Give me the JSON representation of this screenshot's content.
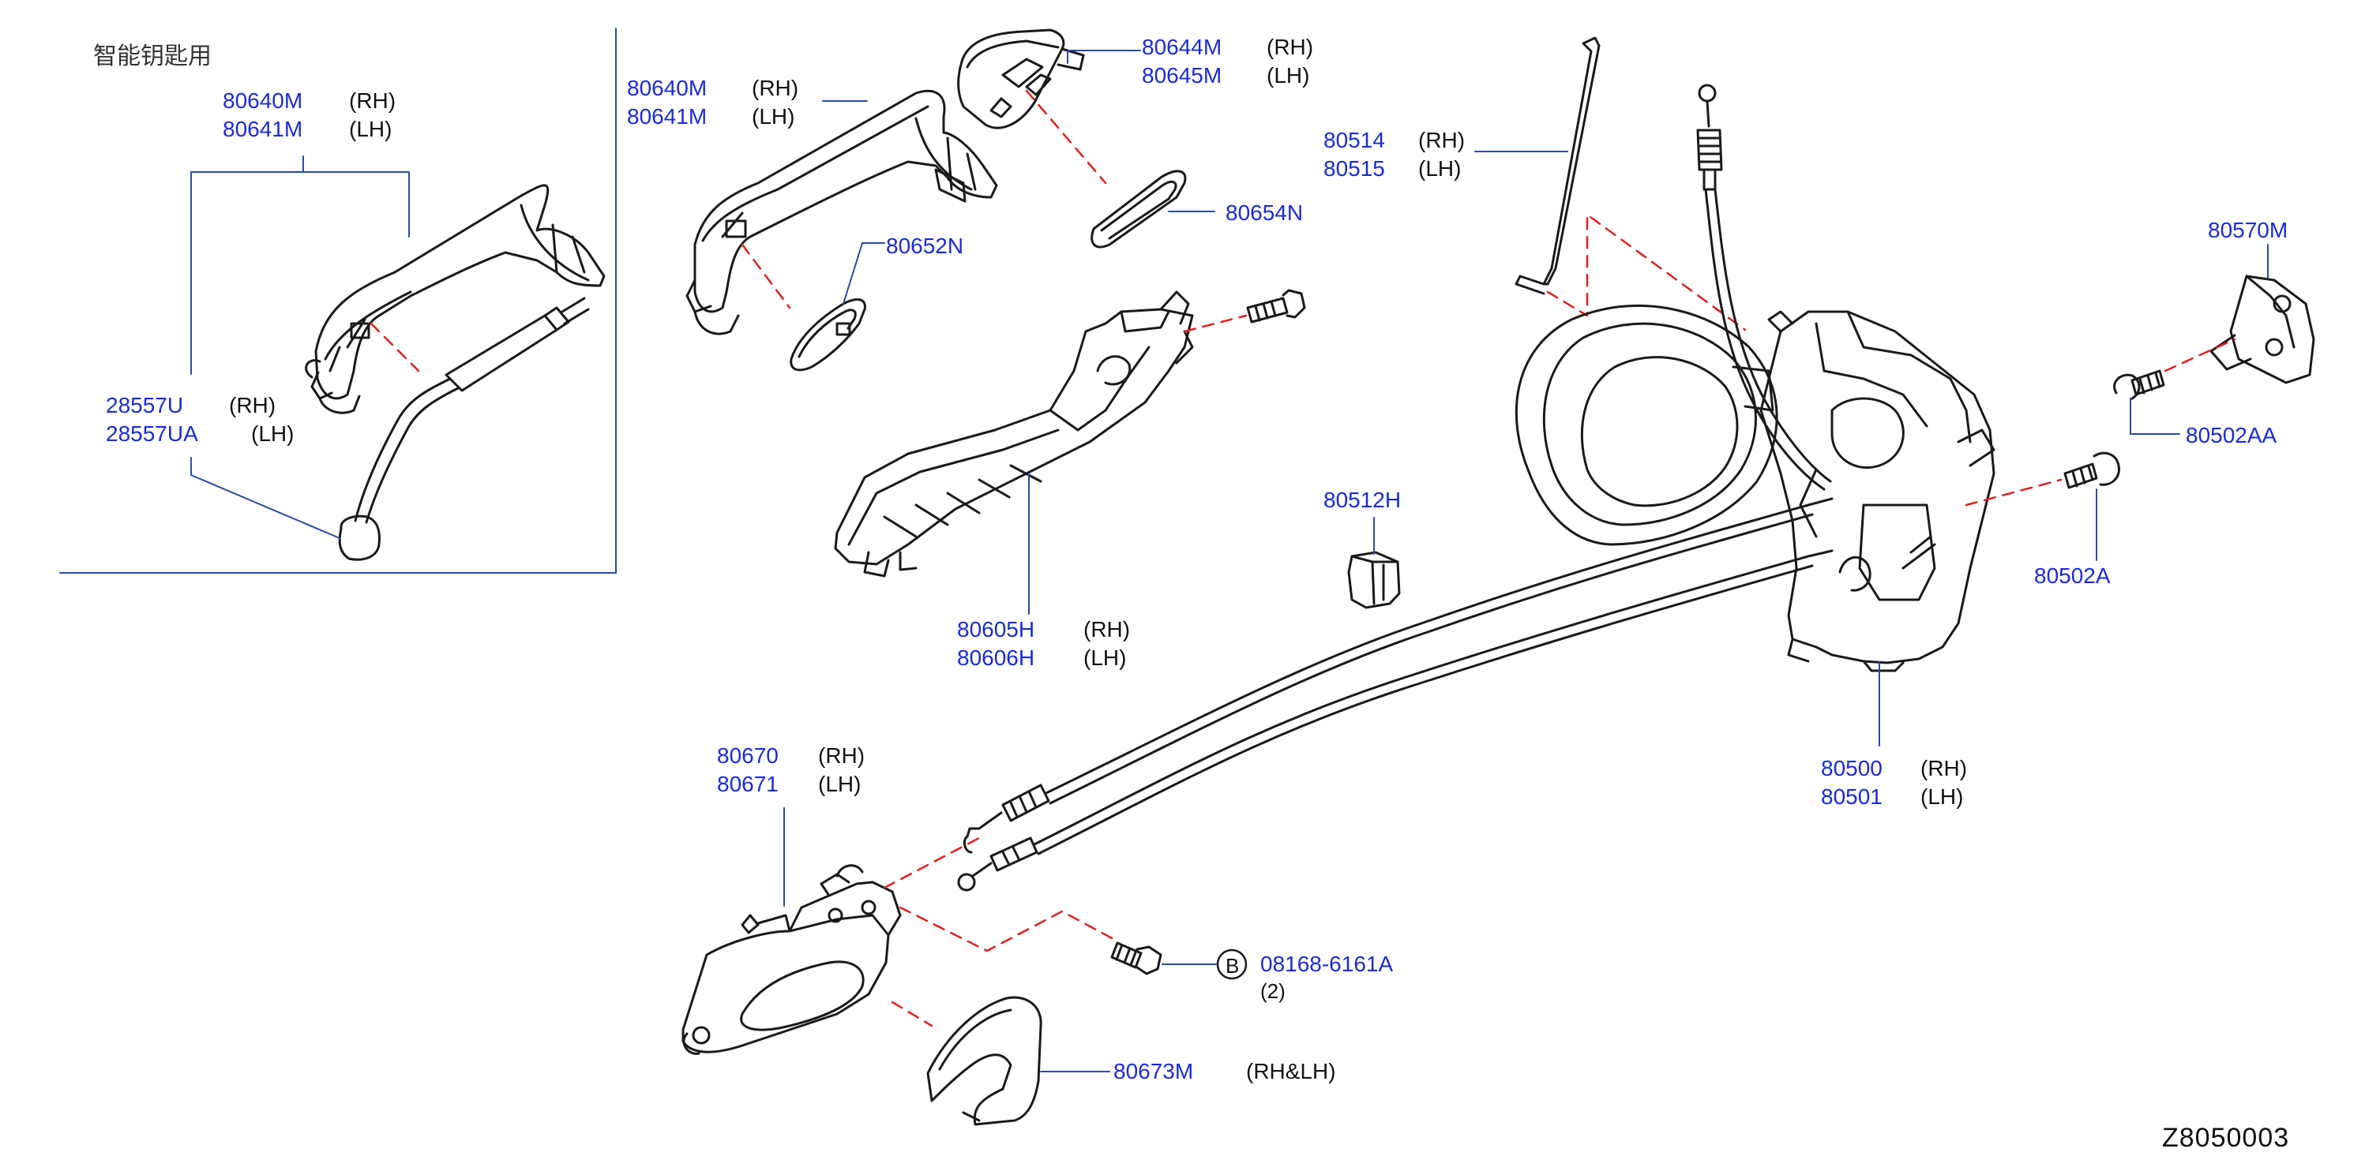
{
  "note": "智能钥匙用",
  "diagram_id": "Z8050003",
  "ref_letter": "B",
  "qty": "(2)",
  "colors": {
    "part_number": "#1a2bd6",
    "leader_line": "#2a4aa8",
    "phantom_line": "#e02020",
    "outline": "#1a1a1a"
  },
  "labels": {
    "p80640M": "80640M",
    "s80640M": "(RH)",
    "p80641M": "80641M",
    "s80641M": "(LH)",
    "p28557U": "28557U",
    "s28557U": "(RH)",
    "p28557UA": "28557UA",
    "s28557UA": "(LH)",
    "q80640M": "80640M",
    "t80640M": "(RH)",
    "q80641M": "80641M",
    "t80641M": "(LH)",
    "p80644M": "80644M",
    "s80644M": "(RH)",
    "p80645M": "80645M",
    "s80645M": "(LH)",
    "p80652N": "80652N",
    "p80654N": "80654N",
    "p80605H": "80605H",
    "s80605H": "(RH)",
    "p80606H": "80606H",
    "s80606H": "(LH)",
    "p80514": "80514",
    "s80514": "(RH)",
    "p80515": "80515",
    "s80515": "(LH)",
    "p80512H": "80512H",
    "p80570M": "80570M",
    "p80502AA": "80502AA",
    "p80502A": "80502A",
    "p80500": "80500",
    "s80500": "(RH)",
    "p80501": "80501",
    "s80501": "(LH)",
    "p80670": "80670",
    "s80670": "(RH)",
    "p80671": "80671",
    "s80671": "(LH)",
    "p08168": "08168-6161A",
    "p80673M": "80673M",
    "s80673M": "(RH&LH)"
  }
}
